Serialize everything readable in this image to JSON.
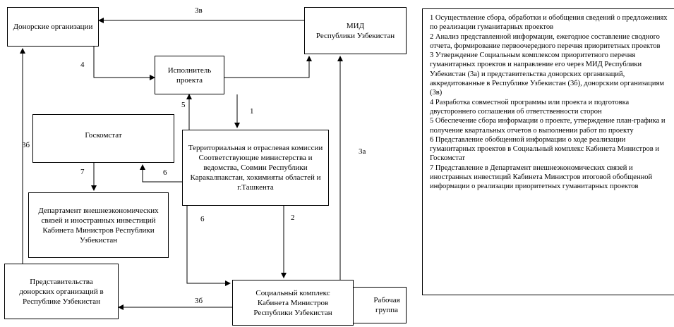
{
  "boxes": {
    "donors": "Донорские организации",
    "mid": [
      "МИД",
      "Республики Узбекистан"
    ],
    "executor": "Исполнитель проекта",
    "goskomstat": "Госкомстат",
    "territorial": [
      "Территориальная и отраслевая комиссии",
      "Соответствующие министерства и ведомства, Совмин Республики Каракалпакстан, хокимияты областей и г.Ташкента"
    ],
    "department": [
      "Департамент внешнеэкономических связей и иностранных инвестиций",
      "Кабинета Министров Республики Узбекистан"
    ],
    "representations": "Представительства донорских организаций в Республике Узбекистан",
    "social": [
      "Социальный комплекс",
      "Кабинета Министров",
      "Республики Узбекистан"
    ],
    "working_group": "Рабочая группа"
  },
  "arrow_labels": {
    "a3v": "3в",
    "a4": "4",
    "a5": "5",
    "a1": "1",
    "a3b_left": "3б",
    "a7": "7",
    "a6_left": "6",
    "a3a": "3а",
    "a6_down": "6",
    "a2": "2",
    "a3b_bottom": "3б"
  },
  "legend": [
    "1 Осуществление сбора, обработки и обобщения сведений о предложениях по реализации гуманитарных проектов",
    "2 Анализ представленной информации, ежегодное составление сводного отчета, формирование первоочередного перечня приоритетных проектов",
    "3 Утверждение Социальным комплексом приоритетного перечня гуманитарных проектов и направление его через МИД Республики Узбекистан (3а) и представительства донорских организаций, аккредитованные в Республике Узбекистан (3б), донорским организациям (3в)",
    "4 Разработка совместной программы или проекта и подготовка двустороннего соглашения об ответственности сторон",
    "5 Обеспечение сбора информации о проекте, утверждение план-графика и получение квартальных отчетов о выполнении работ по проекту",
    "6 Представление обобщенной информации о ходе реализации гуманитарных проектов в Социальный комплекс Кабинета Министров и Госкомстат",
    "7 Представление в Департамент внешнеэкономических связей и иностранных инвестиций Кабинета Министров итоговой обобщенной информации о реализации приоритетных гуманитарных проектов"
  ]
}
